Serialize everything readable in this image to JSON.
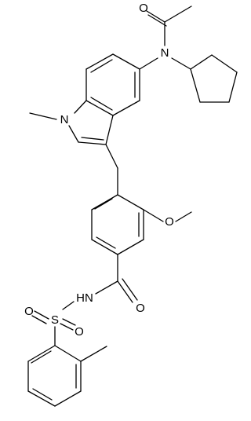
{
  "diagram": {
    "type": "chemical-structure",
    "atom_labels": {
      "o_acetyl": "O",
      "n_amide": "N",
      "n_indole": "N",
      "o_methoxy": "O",
      "nh_sulfonamide": "HN",
      "o_carbonyl": "O",
      "s_sulfonyl": "S",
      "o_sulfonyl_left": "O",
      "o_sulfonyl_right": "O"
    },
    "colors": {
      "bond": "#000000",
      "text": "#000000",
      "background": "#ffffff"
    }
  }
}
